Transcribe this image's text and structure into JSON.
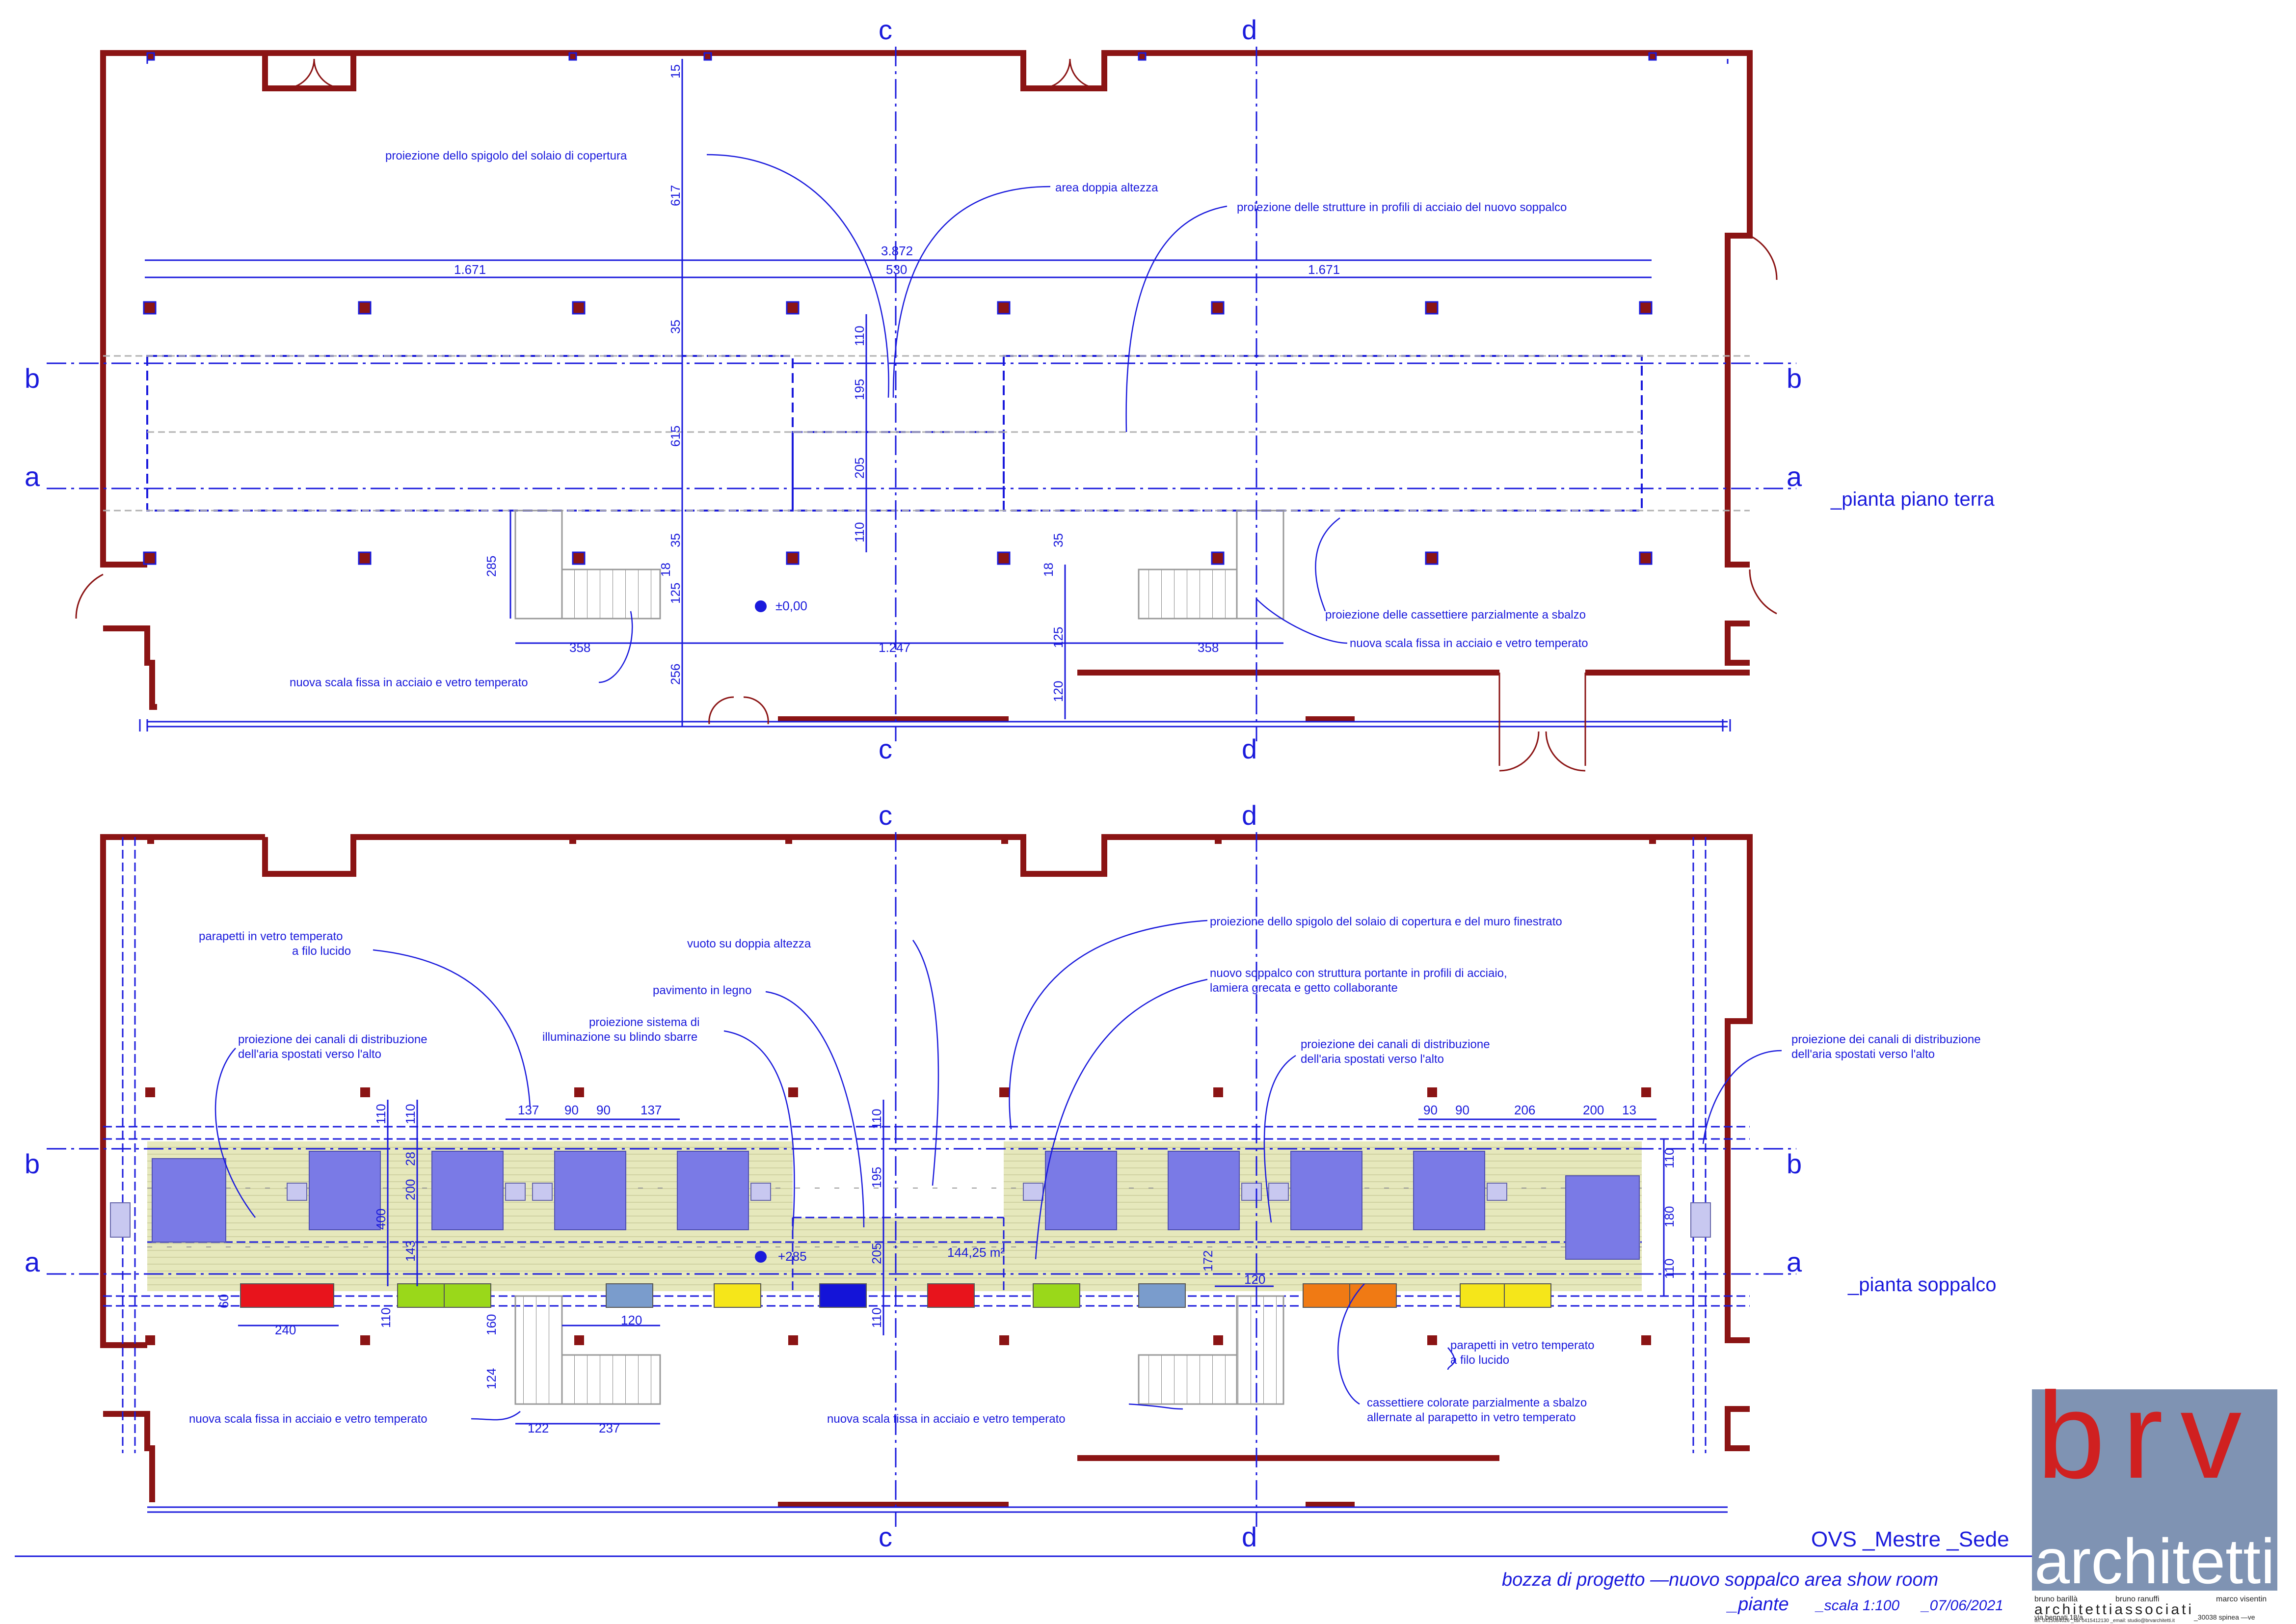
{
  "section_marks": {
    "a": "a",
    "b": "b",
    "c": "c",
    "d": "d"
  },
  "plan_top": {
    "title": "_pianta piano terra",
    "dims": {
      "overall": "3.872",
      "left": "1.671",
      "mid": "530",
      "right": "1.671",
      "v617": "617",
      "v15": "15",
      "v35a": "35",
      "v615": "615",
      "v35b": "35",
      "v18": "18",
      "v125a": "125",
      "v256": "256",
      "v110": "110",
      "v195": "195",
      "v205": "205",
      "v110b": "110",
      "v285": "285",
      "v358a": "358",
      "v1247": "1.247",
      "v358b": "358",
      "v18b": "18",
      "v35c": "35",
      "v125b": "125",
      "v120": "120"
    },
    "level": "±0,00",
    "notes": {
      "spigolo": "proiezione dello spigolo del solaio di copertura",
      "doppia": "area doppia altezza",
      "strutture": "proiezione delle strutture in profili di acciaio del nuovo soppalco",
      "cassettiere": "proiezione delle cassettiere parzialmente a sbalzo",
      "scala_r": "nuova scala fissa in acciaio e vetro temperato",
      "scala_l": "nuova scala fissa in acciaio e vetro temperato"
    }
  },
  "plan_bottom": {
    "title": "_pianta soppalco",
    "area": "144,25 m²",
    "level": "+285",
    "dims": {
      "d137a": "137",
      "d90a": "90",
      "d90b": "90",
      "d137b": "137",
      "d90c": "90",
      "d90d": "90",
      "d206": "206",
      "d200": "200",
      "d13": "13",
      "v110a": "110",
      "v110b": "110",
      "v28": "28",
      "v200": "200",
      "v400": "400",
      "v143": "143",
      "v110c": "110",
      "v195": "195",
      "v205": "205",
      "v110d": "110",
      "v110e": "110",
      "v180": "180",
      "v110f": "110",
      "v172": "172",
      "d120b": "120",
      "v60": "60",
      "d240": "240",
      "v110g": "110",
      "d120": "120",
      "v160": "160",
      "v124": "124",
      "d122": "122",
      "d237": "237"
    },
    "notes": {
      "parapetti_tl": "parapetti in vetro temperato",
      "parapetti_tl2": "a filo lucido",
      "canali_l": "proiezione dei canali di distribuzione",
      "canali_l2": "dell'aria spostati verso l'alto",
      "illum": "proiezione sistema di",
      "illum2": "illuminazione su blindo sbarre",
      "pavimento": "pavimento in legno",
      "vuoto": "vuoto su doppia altezza",
      "spigolo": "proiezione dello spigolo del solaio di copertura e del muro finestrato",
      "soppalco": "nuovo soppalco con struttura portante in profili di acciaio,",
      "soppalco2": "lamiera grecata e getto collaborante",
      "canali_m": "proiezione dei canali di distribuzione",
      "canali_m2": "dell'aria spostati verso l'alto",
      "canali_r": "proiezione dei canali di distribuzione",
      "canali_r2": "dell'aria spostati verso l'alto",
      "parapetti_br": "parapetti in vetro temperato",
      "parapetti_br2": "a filo lucido",
      "cassettiere": "cassettiere colorate parzialmente a sbalzo",
      "cassettiere2": "allernate al parapetto in vetro temperato",
      "scala_l": "nuova scala fissa in acciaio e vetro temperato",
      "scala_m": "nuova scala fissa in acciaio e vetro temperato"
    },
    "drawer_colors": [
      "#e8141c",
      "#9ad81a",
      "#9ad81a",
      "#7a9ccc",
      "#f5e61a",
      "#1414d8",
      "#e8141c",
      "#9ad81a",
      "#7a9ccc",
      "#f07a14",
      "#f07a14",
      "#f5e61a",
      "#f5e61a"
    ]
  },
  "titleblock": {
    "project": "OVS _Mestre _Sede",
    "subtitle": "bozza di progetto —nuovo soppalco area show room",
    "sheet": "_piante",
    "scale": "_scala 1:100",
    "date": "_07/06/2021",
    "logo_letters": "brv",
    "logo_word": "architetti",
    "partners": [
      "bruno barillà",
      "bruno ranuffi",
      "marco visentin"
    ],
    "firm": "architettiassociati",
    "address": "via bennati 18/a",
    "city": "_30038 spinea —ve",
    "contacts": "tel. 0415084026 _fax 0415412130 _email: studio@brvarchitetti.it"
  },
  "colors": {
    "wall": "#8b1414",
    "blue": "#1a1adc",
    "floor": "#e4e6b6",
    "desk": "#7a7ae6",
    "logo_bg": "#7f93b3"
  }
}
